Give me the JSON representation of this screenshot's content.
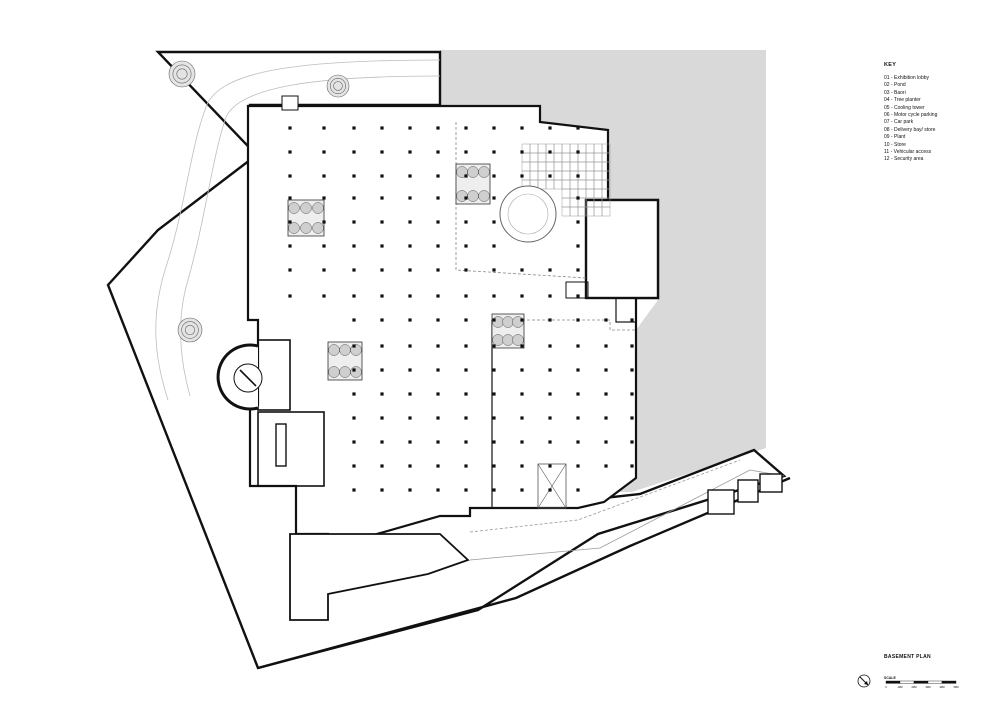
{
  "key": {
    "title": "KEY",
    "items": [
      "01 - Exhibition lobby",
      "02 - Pond",
      "03 - Baori",
      "04 - Tree planter",
      "05 - Cooling tower",
      "06 - Motor cycle parking",
      "07 - Car park",
      "08 - Delivery bay/ store",
      "09 - Plant",
      "10 - Store",
      "11 - Vehicular access",
      "12 - Security area"
    ]
  },
  "plan_title": "BASEMENT PLAN",
  "scale": {
    "label": "SCALE",
    "ticks": [
      "0",
      "10M",
      "20M",
      "30M",
      "40M",
      "50M"
    ]
  },
  "colors": {
    "line": "#111111",
    "light_line": "#9a9a9a",
    "shade": "#d9d9d9"
  },
  "icons": [
    "north-arrow-icon",
    "tree-planter-icon",
    "tree-icon"
  ]
}
